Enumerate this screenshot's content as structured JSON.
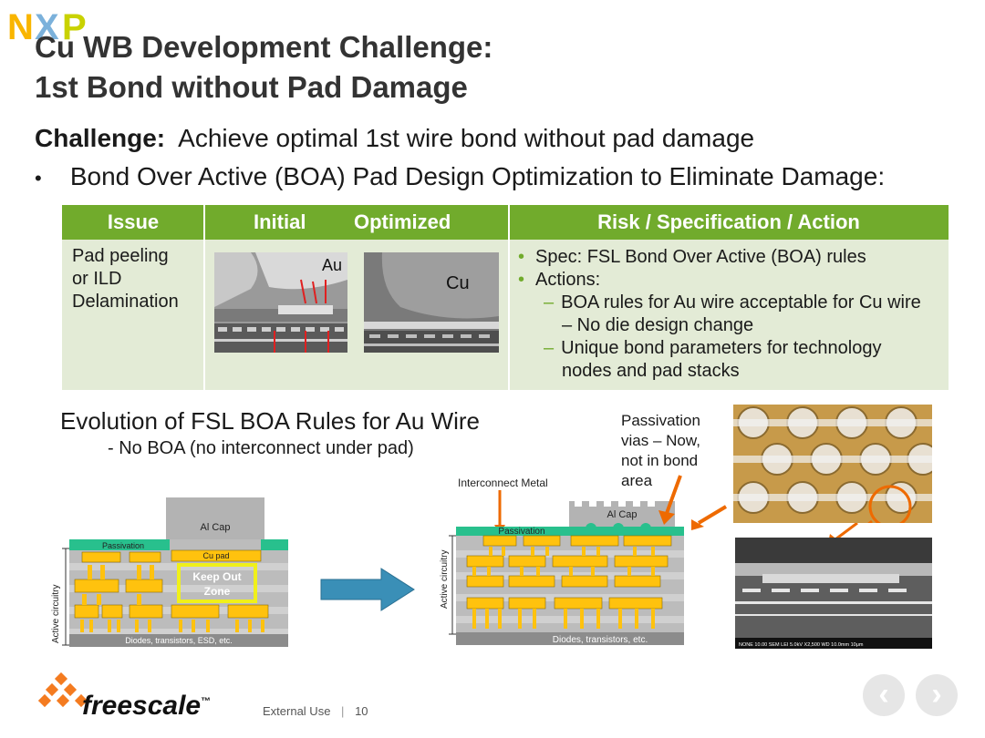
{
  "logo": {
    "text": "NXP",
    "letters": [
      "N",
      "X",
      "P"
    ],
    "colors": [
      "#f9b500",
      "#7bb1db",
      "#c9d200"
    ]
  },
  "title": {
    "line1": "Cu WB Development Challenge:",
    "line2": "1st Bond without Pad Damage"
  },
  "challenge": {
    "label": "Challenge:",
    "text": "Achieve optimal 1st wire bond without pad damage"
  },
  "bullet": {
    "marker": "•",
    "text": "Bond Over Active (BOA) Pad Design Optimization to Eliminate Damage:"
  },
  "table": {
    "headers": {
      "issue": "Issue",
      "initial": "Initial",
      "optimized": "Optimized",
      "risk": "Risk / Specification / Action"
    },
    "issue": {
      "line1": "Pad peeling",
      "line2": "or ILD",
      "line3": "Delamination"
    },
    "image_labels": {
      "initial": "Au",
      "optimized": "Cu"
    },
    "risk": {
      "b1": "Spec: FSL Bond Over Active (BOA) rules",
      "b2": "Actions:",
      "d1a": "BOA rules for Au wire acceptable for Cu wire",
      "d1b": "– No die design change",
      "d2a": "Unique bond parameters for technology",
      "d2b": "nodes and pad stacks",
      "bullet": "•",
      "dash": "–"
    },
    "colors": {
      "header": "#71ab2c",
      "cell": "#e3ebd6"
    }
  },
  "evolution": {
    "title": "Evolution of FSL BOA Rules for Au Wire",
    "subtitle": "- No BOA (no interconnect under pad)",
    "passivation_note": {
      "line1": "Passivation",
      "line2": "vias – Now,",
      "line3": "not in bond",
      "line4": "area"
    },
    "left_diagram": {
      "al_cap": "Al Cap",
      "passivation": "Passivation",
      "cu_pad": "Cu pad",
      "keep_out1": "Keep Out",
      "keep_out2": "Zone",
      "active": "Active circuitry",
      "bottom": "Diodes, transistors, ESD, etc."
    },
    "right_diagram": {
      "interconnect": "Interconnect Metal",
      "al_cap": "Al Cap",
      "passivation": "Passivation",
      "active": "Active circuitry",
      "bottom": "Diodes, transistors, etc."
    },
    "sem_footer": "NONE  10.00 SEM  LEI  5.0kV  X2,500  WD 10.0mm  10μm"
  },
  "footer": {
    "brand": "freescale",
    "tm": "™",
    "classification": "External Use",
    "separator": "|",
    "page": "10"
  },
  "nav": {
    "prev": "‹",
    "next": "›"
  }
}
